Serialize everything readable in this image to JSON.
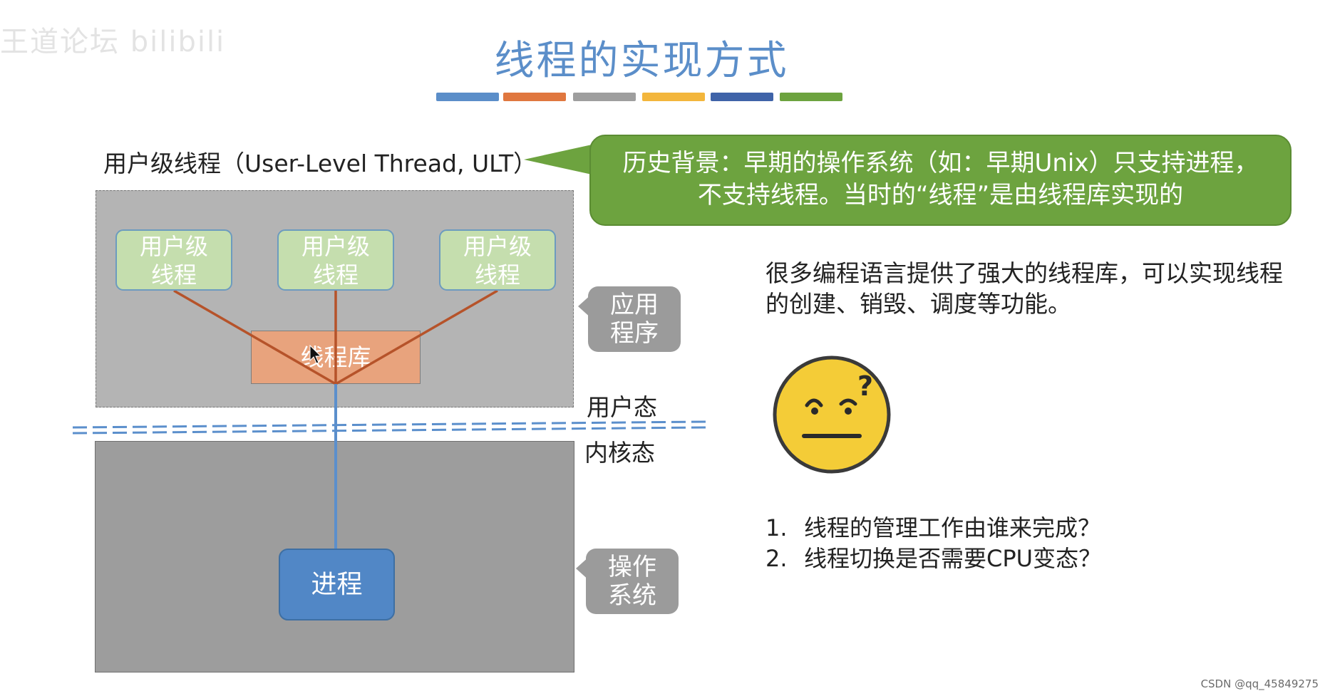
{
  "watermark": "王道论坛 bilibili",
  "title": "线程的实现方式",
  "title_bar_colors": [
    "#5b8ec9",
    "#e0773f",
    "#9e9e9e",
    "#f3b63c",
    "#3f63a8",
    "#6da33f"
  ],
  "diagram": {
    "ult_label": "用户级线程（User-Level Thread, ULT）",
    "threads": [
      {
        "line1": "用户级",
        "line2": "线程"
      },
      {
        "line1": "用户级",
        "line2": "线程"
      },
      {
        "line1": "用户级",
        "line2": "线程"
      }
    ],
    "thread_library": "线程库",
    "process": "进程",
    "app_tag": {
      "line1": "应用",
      "line2": "程序"
    },
    "os_tag": {
      "line1": "操作",
      "line2": "系统"
    },
    "user_mode": "用户态",
    "kernel_mode": "内核态"
  },
  "callout": {
    "line1": "历史背景：早期的操作系统（如：早期Unix）只支持进程，",
    "line2": "不支持线程。当时的“线程”是由线程库实现的"
  },
  "paragraph": "很多编程语言提供了强大的线程库，可以实现线程的创建、销毁、调度等功能。",
  "questions": [
    {
      "num": "1.",
      "text": "线程的管理工作由谁来完成？"
    },
    {
      "num": "2.",
      "text": "线程切换是否需要CPU变态？"
    }
  ],
  "colors": {
    "title": "#5b8ec9",
    "callout": "#6da33f",
    "thread_box": "#c5deae",
    "library_box": "#e8a37d",
    "process_box": "#5187c6",
    "link_lines": "#b6532a",
    "kernel_link": "#5b8fcc",
    "divider": "#5b8fcc"
  },
  "credit": "CSDN @qq_45849275"
}
